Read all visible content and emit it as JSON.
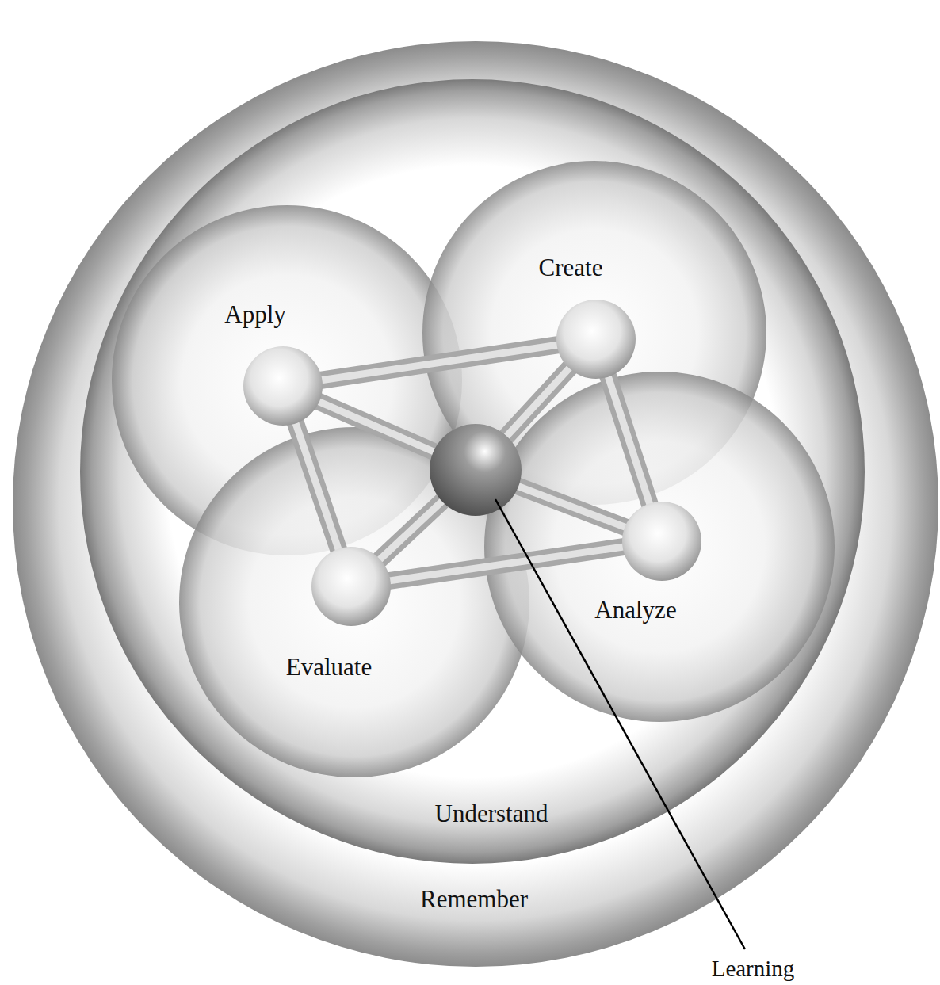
{
  "diagram": {
    "nodes": [
      {
        "text": [
          "Remember"
        ]
      },
      {
        "text": [
          "Understand"
        ],
        "in": 0
      },
      {
        "text": [
          "Apply"
        ],
        "in": 1
      },
      {
        "text": [
          "Create"
        ],
        "in": 1
      },
      {
        "text": [
          "Evaluate"
        ],
        "in": 1
      },
      {
        "text": [
          "Analyze"
        ],
        "in": 1
      }
    ],
    "edges": [
      {
        "from": 2,
        "to": 3,
        "arrow": "none"
      },
      {
        "from": 2,
        "to": 4,
        "arrow": "none"
      },
      {
        "from": 3,
        "to": 5,
        "arrow": "none"
      },
      {
        "from": 4,
        "to": 5,
        "arrow": "none"
      }
    ],
    "labels": [
      "Learning"
    ]
  }
}
